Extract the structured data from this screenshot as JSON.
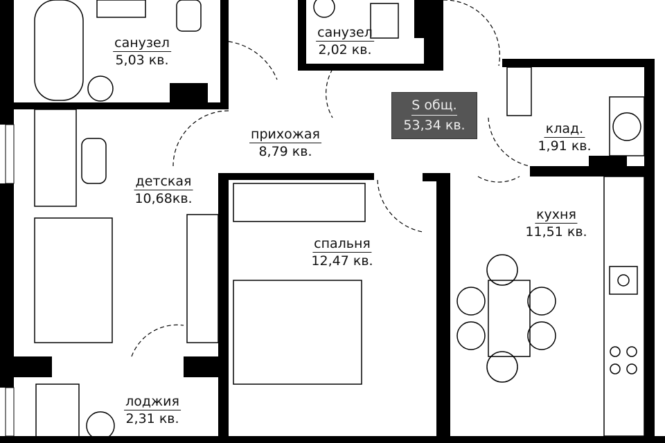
{
  "total": {
    "label": "S общ.",
    "value": "53,34 кв."
  },
  "rooms": [
    {
      "name": "санузел",
      "area": "5,03 кв."
    },
    {
      "name": "санузел",
      "area": "2,02 кв."
    },
    {
      "name": "прихожая",
      "area": "8,79 кв."
    },
    {
      "name": "клад.",
      "area": "1,91 кв."
    },
    {
      "name": "детская",
      "area": "10,68кв."
    },
    {
      "name": "кухня",
      "area": "11,51 кв."
    },
    {
      "name": "спальня",
      "area": "12,47 кв."
    },
    {
      "name": "лоджия",
      "area": "2,31 кв."
    }
  ],
  "colors": {
    "wall": "#000000",
    "badge": "#555555"
  }
}
